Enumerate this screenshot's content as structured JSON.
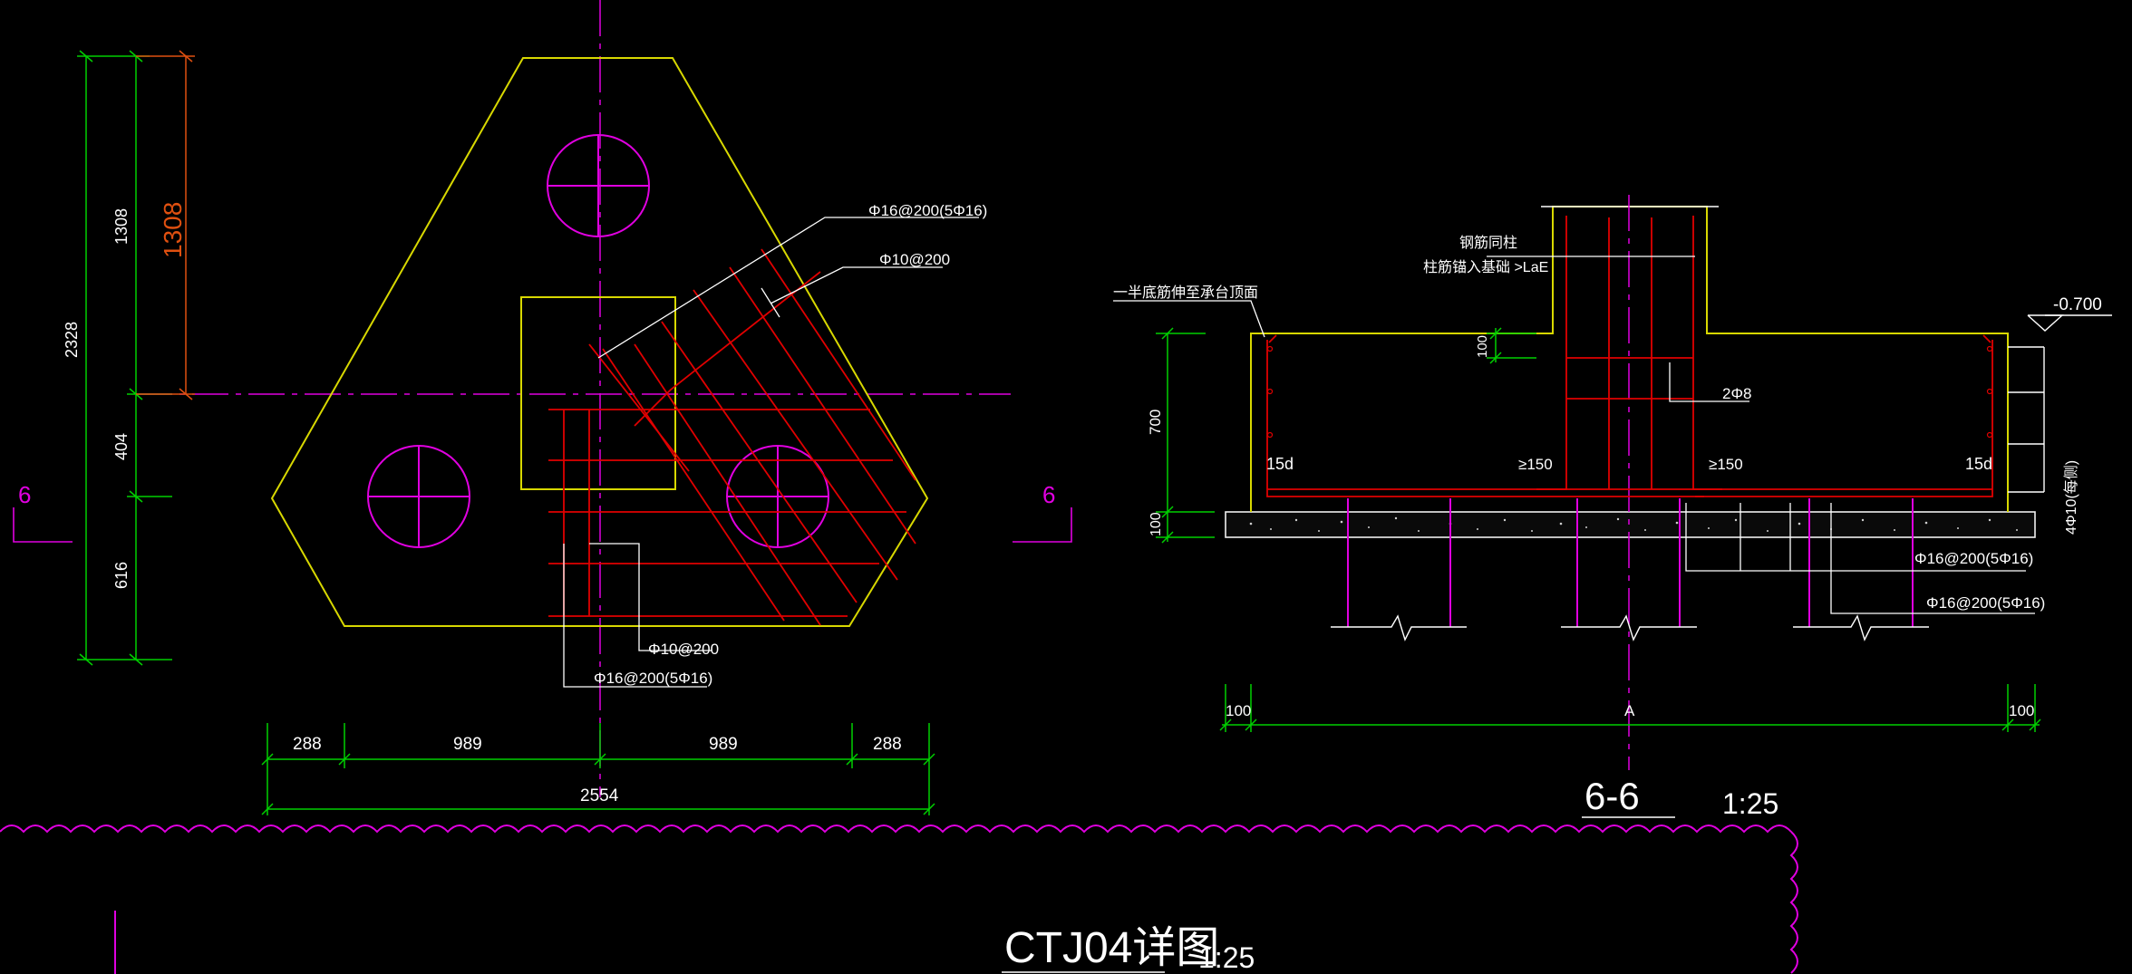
{
  "colors": {
    "background": "#000000",
    "outline": "#d8d800",
    "rebar": "#e00000",
    "pile": "#e000e0",
    "dimension": "#00d000",
    "leader": "#ffffff",
    "highlight_dim": "#e05010",
    "grout": "#f0f0f0"
  },
  "plan": {
    "dims_left": {
      "overall": "2328",
      "upper": "1308",
      "upper_highlight": "1308",
      "middle": "404",
      "lower": "616"
    },
    "dims_bottom": {
      "edge_left": "288",
      "mid_left": "989",
      "mid_right": "989",
      "edge_right": "288",
      "total": "2554"
    },
    "section_mark_left": "6",
    "section_mark_right": "6",
    "rebar_labels": {
      "top_main": "Φ16@200(5Φ16)",
      "top_dist": "Φ10@200",
      "bottom_dist": "Φ10@200",
      "bottom_main": "Φ16@200(5Φ16)"
    }
  },
  "section": {
    "note_column_1": "钢筋同柱",
    "note_column_2": "柱筋锚入基础 >LaE",
    "note_half": "一半底筋伸至承台顶面",
    "elevation": "-0.700",
    "dim_700": "700",
    "dim_100_vert": "100",
    "dim_100_top": "100",
    "stirrup": "2Φ8",
    "hook_left": "15d",
    "hook_right": "15d",
    "anchor_left": "≥150",
    "anchor_right": "≥150",
    "side_bars": "4Φ10(每侧)",
    "bottom_bar_1": "Φ16@200(5Φ16)",
    "bottom_bar_2": "Φ16@200(5Φ16)",
    "dim_left_100": "100",
    "dim_mid_a": "A",
    "dim_right_100": "100",
    "section_title": "6-6",
    "section_scale": "1:25"
  },
  "drawing": {
    "title": "CTJ04详图",
    "scale": "1:25"
  }
}
